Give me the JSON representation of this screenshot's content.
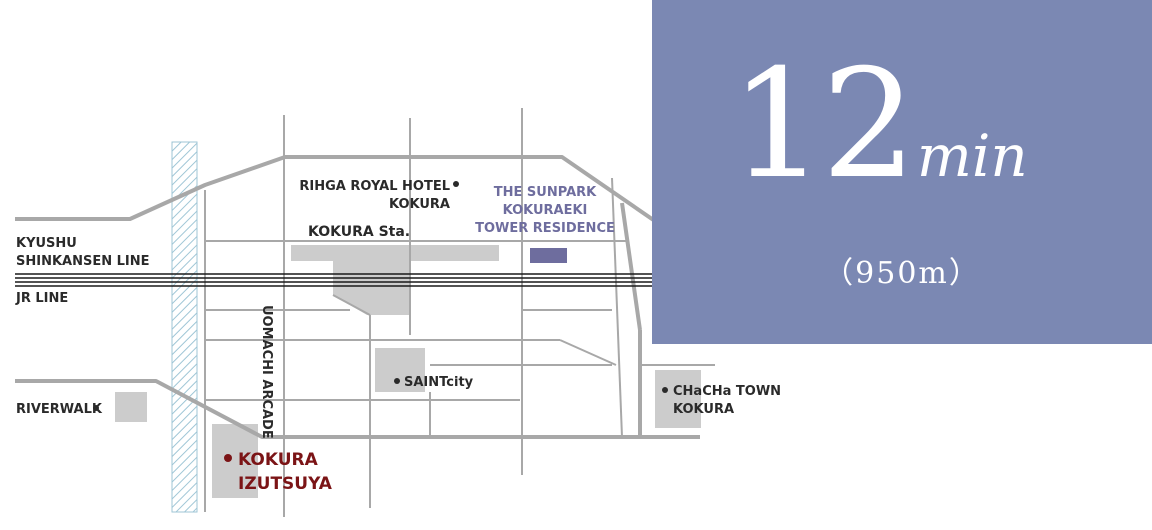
{
  "badge": {
    "time_number": "12",
    "time_unit": "min",
    "distance": "（950m）",
    "color": "#7b88b3"
  },
  "map": {
    "labels": {
      "kyushu_line_1": "KYUSHU",
      "kyushu_line_2": "SHINKANSEN LINE",
      "jr_line": "JR LINE",
      "riverwalk": "RIVERWALK",
      "rihga_1": "RIHGA ROYAL HOTEL",
      "rihga_2": "KOKURA",
      "kokura_sta": "KOKURA Sta.",
      "sunpark_1": "THE SUNPARK",
      "sunpark_2": "KOKURAEKI",
      "sunpark_3": "TOWER RESIDENCE",
      "uomachi": "UOMACHI ARCADE",
      "saintcity": "SAINTcity",
      "chacha_1": "CHaCHa TOWN",
      "chacha_2": "KOKURA",
      "izutsuya_1": "KOKURA",
      "izutsuya_2": "IZUTSUYA"
    },
    "colors": {
      "road": "#a6a6a6",
      "block": "#c9c9c9",
      "residence": "#6e6d9e",
      "store": "#7b1416",
      "rail": "#1a1a1a"
    }
  }
}
